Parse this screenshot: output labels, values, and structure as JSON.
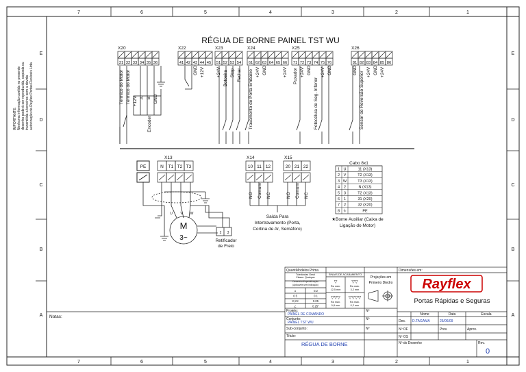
{
  "title": "RÉGUA DE BORNE PAINEL TST WU",
  "notice": [
    "IMPORTANTE:",
    "Nenhuma informação contida no presente",
    "desenho poderá ser reproduzida, copiada ou",
    "transmitida a terceiros sem a devida",
    "autorização da Rayflex Portas Flexíveis Ltda"
  ],
  "zones_top": [
    "7",
    "6",
    "5",
    "4",
    "3",
    "2",
    "1"
  ],
  "zones_side": [
    "E",
    "D",
    "C",
    "B",
    "A"
  ],
  "groups": [
    {
      "name": "X20",
      "terms": [
        "31",
        "32",
        "33",
        "34",
        "35",
        "36"
      ],
      "labels": [
        "Térmico do Motor",
        "Térmico do Motor",
        "+12V",
        "A",
        "B",
        "GND"
      ]
    },
    {
      "name": "X22",
      "terms": [
        "41",
        "42",
        "43",
        "44",
        "45"
      ],
      "labels": [
        "",
        "",
        "GND",
        "+12V",
        ""
      ]
    },
    {
      "name": "X23",
      "terms": [
        "51",
        "52",
        "53",
        "54"
      ],
      "labels": [
        "+24V",
        "Botoeira",
        "Stop",
        "Fechar"
      ]
    },
    {
      "name": "X24",
      "terms": [
        "61",
        "62",
        "63",
        "64",
        "65",
        "66"
      ],
      "labels": [
        "Travamento de Porta Embaixo",
        "+24V",
        "GND",
        "",
        "",
        "+24V"
      ]
    },
    {
      "name": "X25",
      "terms": [
        "71",
        "72",
        "73",
        "74",
        "75",
        "76"
      ],
      "labels": [
        "Puxador",
        "+24V",
        "GND",
        "Fotocélula de Seg. Inferior",
        "+24V",
        "GND"
      ]
    },
    {
      "name": "X26",
      "terms": [
        "81",
        "82",
        "83",
        "84",
        "85",
        "86"
      ],
      "labels": [
        "GND",
        "Sensor de Reversão Superior",
        "+24V",
        "GND",
        "+24V",
        ""
      ]
    }
  ],
  "encoder_label": "Encoder",
  "lower": {
    "pe": "PE",
    "x13_name": "X13",
    "x13_terms": [
      "N",
      "T1",
      "T2",
      "T3"
    ],
    "x14_name": "X14",
    "x14_terms": [
      "10",
      "11",
      "12"
    ],
    "x14_labels": [
      "NO",
      "Comum",
      "NC"
    ],
    "x15_name": "X15",
    "x15_terms": [
      "20",
      "21",
      "22"
    ],
    "x15_labels": [
      "NO",
      "Comum",
      "NC"
    ],
    "saida": [
      "Saída Para",
      "Intertravamento (Porta,",
      "Cortina de Ar, Semáforo)"
    ],
    "motor": [
      "M",
      "3~"
    ],
    "motor_phases": [
      "U",
      "V",
      "W"
    ],
    "rect_terms": [
      "2",
      "3"
    ],
    "rect_label": [
      "Retificador",
      "de Freio"
    ]
  },
  "cable": {
    "title": "Cabo 8x1",
    "rows": [
      [
        "1",
        "U",
        "11 (X13)"
      ],
      [
        "2",
        "V",
        "T2 (X13)"
      ],
      [
        "3",
        "W",
        "T3 (X13)"
      ],
      [
        "4",
        "2",
        "N (X13)"
      ],
      [
        "5",
        "3",
        "T2 (X13)"
      ],
      [
        "6",
        "1",
        "31 (X20)"
      ],
      [
        "7",
        "2",
        "32 (X20)"
      ],
      [
        "8",
        "⏚",
        "PE"
      ]
    ],
    "note": [
      "★Borne Auxiliar (Caixa de",
      "Ligação do Motor)"
    ]
  },
  "titleblock": {
    "col1_head": [
      "Quant.",
      "Modelos",
      "Prima"
    ],
    "tol_head": [
      "Tolerâncias Geral",
      "Classe: Qualquer",
      "Desenho Especificação",
      "(Aplicáveis sem indicação)"
    ],
    "tol_rows": [
      [
        "±",
        "0.2"
      ],
      [
        "0.5",
        "0.1"
      ],
      [
        "X,XX",
        "0.05"
      ],
      [
        "∠",
        "0.25°"
      ]
    ],
    "finish_head": "SINAIS DE ACABAMENTO",
    "finish_cells": [
      [
        "▽",
        "▽▽"
      ],
      [
        "Ra máx.",
        "Ra máx."
      ],
      [
        "12,5 mm",
        "3,2 mm"
      ],
      [
        "▽▽▽",
        "▽▽▽▽"
      ],
      [
        "Ra máx.",
        "Ra máx."
      ],
      [
        "0,8 mm",
        "0,2 mm"
      ]
    ],
    "proj_head": [
      "Projeções em",
      "Primeiro Diedro"
    ],
    "dims": "Dimensões em:",
    "brand": "Rayflex",
    "brand_sub": "Portas Rápidas e Seguras",
    "projeto_label": "Projeto:",
    "projeto": "PAINEL DE COMANDO",
    "conjunto_label": "Conjunto:",
    "conjunto": "PAINEL TST WU",
    "sub_label": "Sub-conjunto:",
    "titulo_label": "Título:",
    "titulo": "RÉGUA DE BORNE",
    "n_labels": [
      "Nº",
      "Nº",
      "Nº"
    ],
    "tbl_head": [
      "Nome",
      "Data",
      "Escala"
    ],
    "des_label": "Des.",
    "des_name": "D.TAGAMA",
    "des_date": "25/06/09",
    "nrof": "Nº OF",
    "prov": "Prov.",
    "aprov": "Aprov.",
    "nos": "Nº OS",
    "ndesenho": "Nº do Desenho",
    "rev_label": "Rev.",
    "rev": "0"
  },
  "notes_label": "Notas:"
}
